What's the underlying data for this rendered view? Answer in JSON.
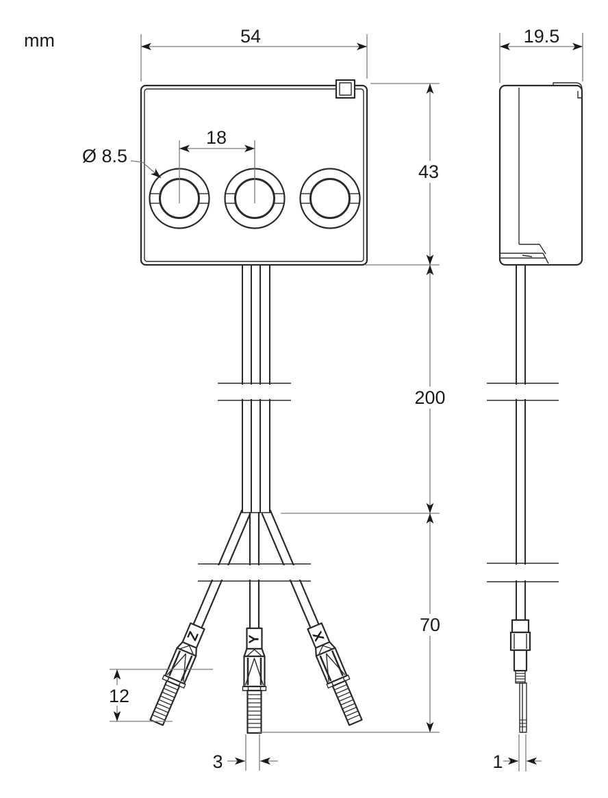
{
  "units_label": "mm",
  "front_view": {
    "width_dim": "54",
    "hole_spacing_dim": "18",
    "hole_diameter_dim": "Ø 8.5",
    "height_dim": "43",
    "cable_length_dim": "200",
    "branch_length_dim": "70",
    "thread_length_dim": "12",
    "tip_width_dim": "3",
    "cable_labels": [
      "Z",
      "Y",
      "X"
    ]
  },
  "side_view": {
    "depth_dim": "19.5",
    "tip_width_dim": "1"
  },
  "colors": {
    "line": "#2a2a2a",
    "dim_line": "#7a7a7a",
    "text": "#1a1a1a",
    "background": "#ffffff"
  }
}
